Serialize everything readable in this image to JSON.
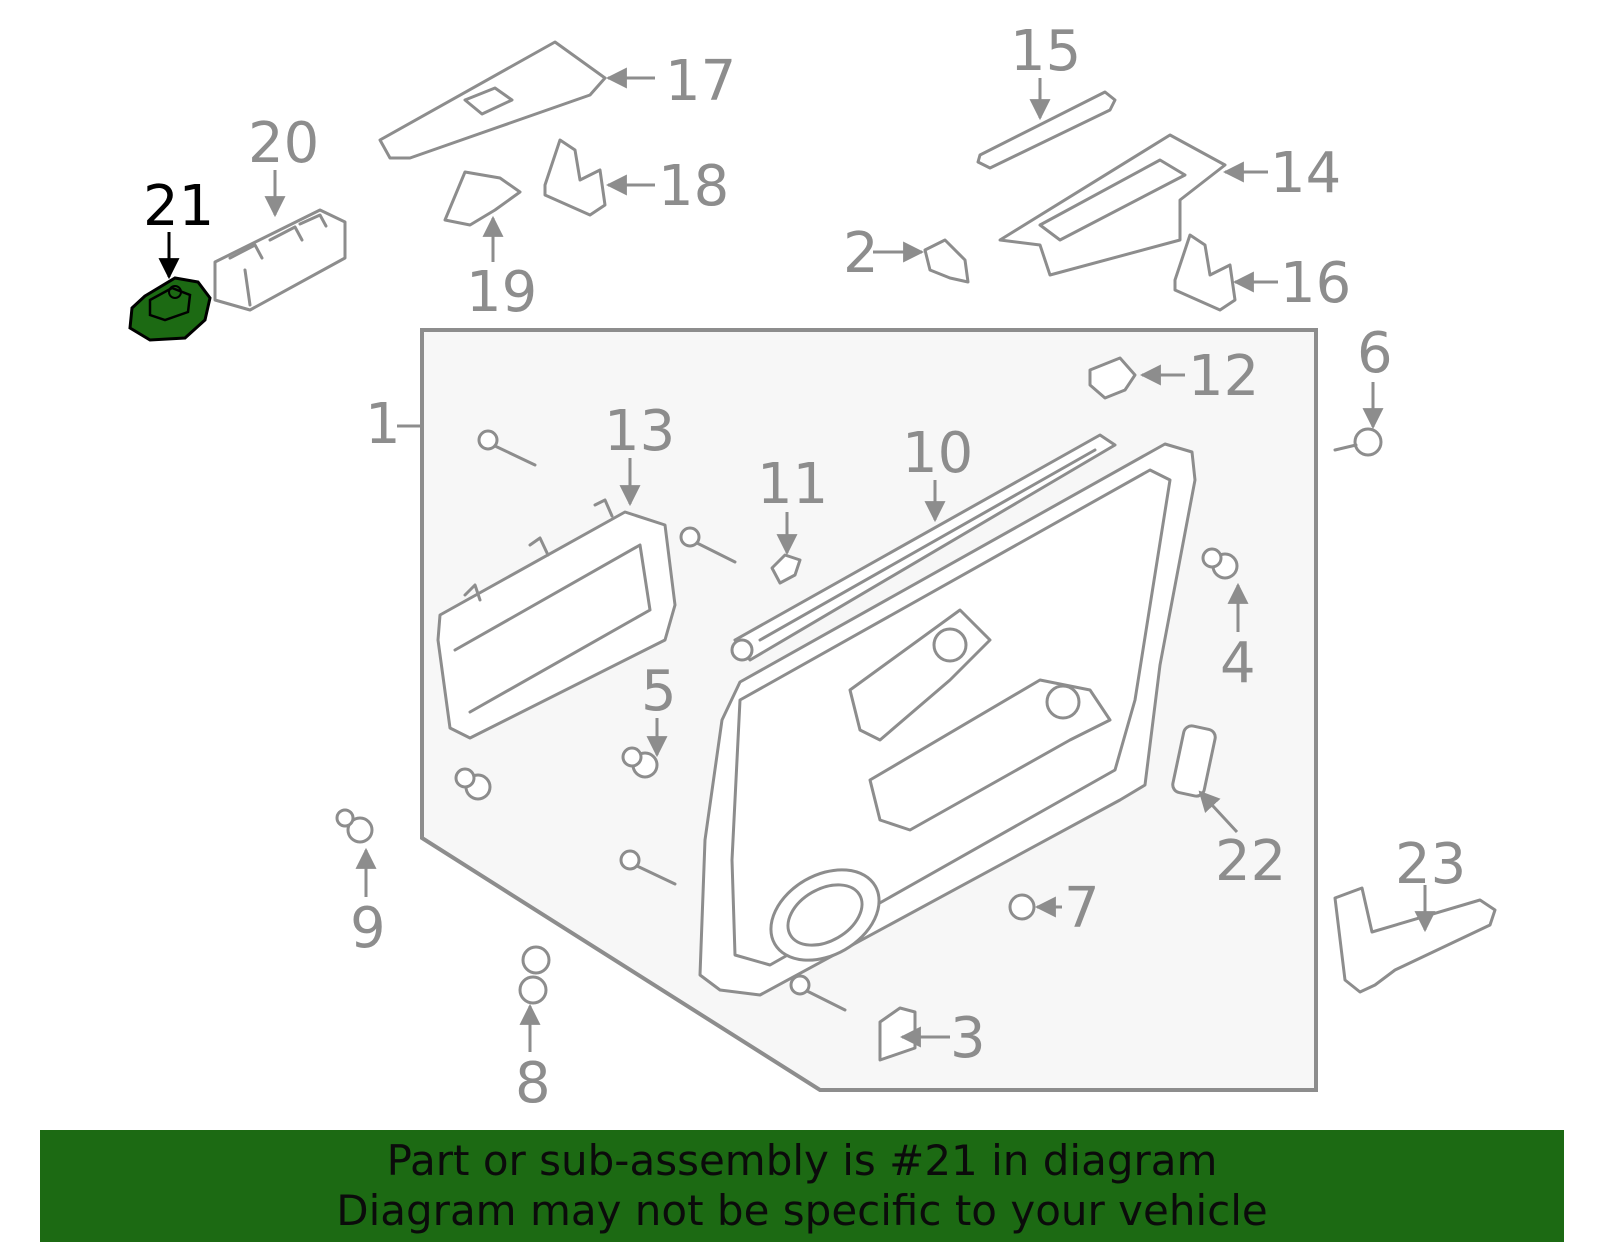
{
  "diagram": {
    "callouts": [
      {
        "id": "1",
        "label": "1"
      },
      {
        "id": "2",
        "label": "2"
      },
      {
        "id": "3",
        "label": "3"
      },
      {
        "id": "4",
        "label": "4"
      },
      {
        "id": "5",
        "label": "5"
      },
      {
        "id": "6",
        "label": "6"
      },
      {
        "id": "7",
        "label": "7"
      },
      {
        "id": "8",
        "label": "8"
      },
      {
        "id": "9",
        "label": "9"
      },
      {
        "id": "10",
        "label": "10"
      },
      {
        "id": "11",
        "label": "11"
      },
      {
        "id": "12",
        "label": "12"
      },
      {
        "id": "13",
        "label": "13"
      },
      {
        "id": "14",
        "label": "14"
      },
      {
        "id": "15",
        "label": "15"
      },
      {
        "id": "16",
        "label": "16"
      },
      {
        "id": "17",
        "label": "17"
      },
      {
        "id": "18",
        "label": "18"
      },
      {
        "id": "19",
        "label": "19"
      },
      {
        "id": "20",
        "label": "20"
      },
      {
        "id": "21",
        "label": "21",
        "highlighted": true
      },
      {
        "id": "22",
        "label": "22"
      },
      {
        "id": "23",
        "label": "23"
      }
    ],
    "highlight_color": "#1c6a13",
    "line_color": "#8d8d8d",
    "panel_fill": "#f7f7f7"
  },
  "banner": {
    "line1": "Part or sub-assembly is #21 in diagram",
    "line2": "Diagram may not be specific to your vehicle",
    "background": "#1c6a13"
  }
}
